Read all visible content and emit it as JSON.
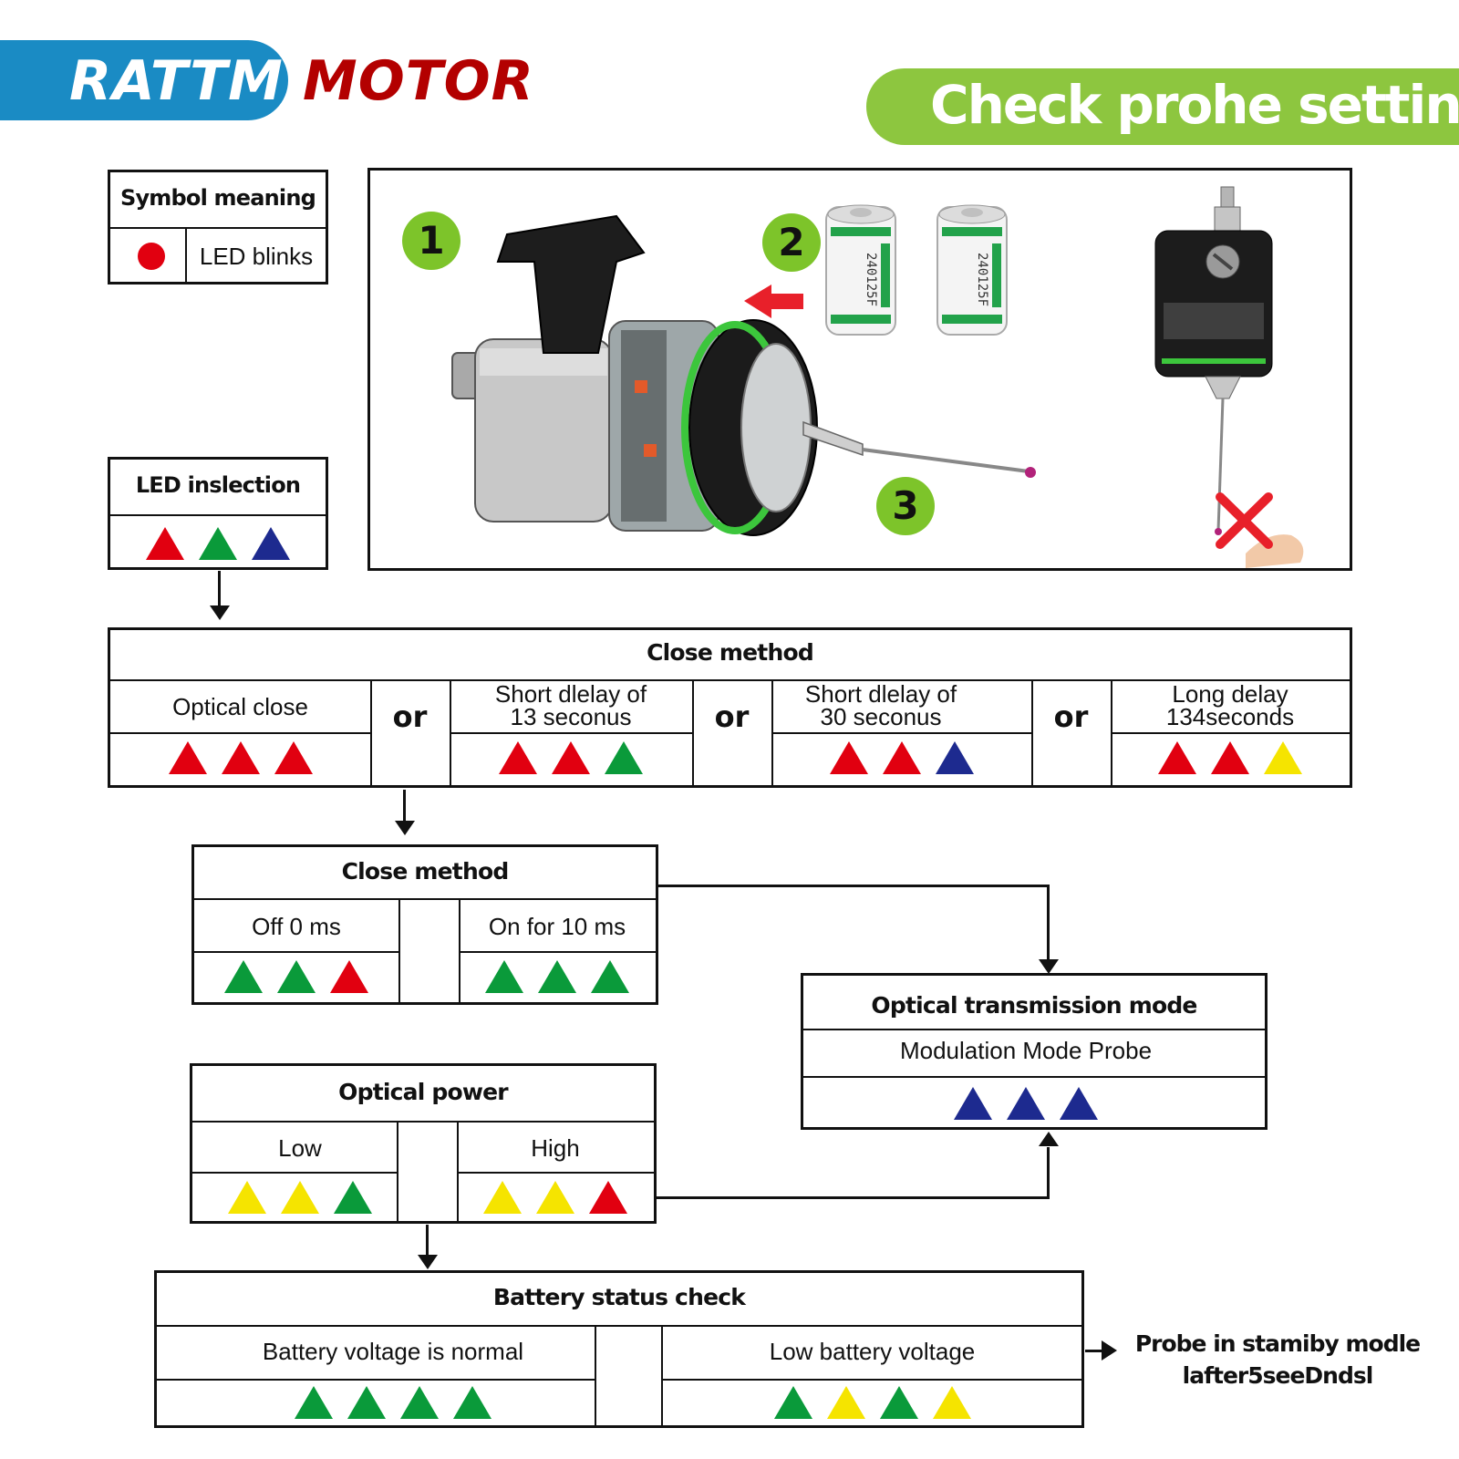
{
  "header": {
    "brand_left": "RATTM",
    "brand_right": "MOTOR",
    "title": "Check prohe settings",
    "brand_blue": "#1a8bc4",
    "brand_red": "#b30000",
    "title_bg": "#8dc63f"
  },
  "symbol_box": {
    "title": "Symbol meaning",
    "legend_label": "LED blinks",
    "legend_icon": "red-dot"
  },
  "photo_panel": {
    "steps": [
      "1",
      "2",
      "3"
    ],
    "battery_print_1": "240125F",
    "battery_print_2": "240125F"
  },
  "led_inspection": {
    "title": "LED inslection",
    "leds": [
      "red",
      "green",
      "blue"
    ]
  },
  "close_method_1": {
    "title": "Close method",
    "options": [
      {
        "label": "Optical close",
        "leds": [
          "red",
          "red",
          "red"
        ]
      },
      {
        "label": "Short dlelay of\n13 seconus",
        "leds": [
          "red",
          "red",
          "green"
        ]
      },
      {
        "label": "Short dlelay of\n30 seconus",
        "leds": [
          "red",
          "red",
          "blue"
        ]
      },
      {
        "label": "Long delay\n134seconds",
        "leds": [
          "red",
          "red",
          "yellow"
        ]
      }
    ],
    "separator": "or"
  },
  "close_method_2": {
    "title": "Close method",
    "options": [
      {
        "label": "Off 0 ms",
        "leds": [
          "green",
          "green",
          "red"
        ]
      },
      {
        "label": "On for 10 ms",
        "leds": [
          "green",
          "green",
          "green"
        ]
      }
    ]
  },
  "optical_transmission": {
    "title": "Optical transmission mode",
    "label": "Modulation Mode Probe",
    "leds": [
      "blue",
      "blue",
      "blue"
    ]
  },
  "optical_power": {
    "title": "Optical power",
    "options": [
      {
        "label": "Low",
        "leds": [
          "yellow",
          "yellow",
          "green"
        ]
      },
      {
        "label": "High",
        "leds": [
          "yellow",
          "yellow",
          "red"
        ]
      }
    ]
  },
  "battery_status": {
    "title": "Battery status check",
    "options": [
      {
        "label": "Battery voltage is normal",
        "leds": [
          "green",
          "green",
          "green",
          "green"
        ]
      },
      {
        "label": "Low battery voltage",
        "leds": [
          "green",
          "yellow",
          "green",
          "yellow"
        ]
      }
    ]
  },
  "standby_note": {
    "line1": "Probe in stamiby modle",
    "line2": "lafter5seeDndsl"
  },
  "led_colors": {
    "red": "#e10010",
    "green": "#0a9a3a",
    "blue": "#1d2a8f",
    "yellow": "#f5e400"
  }
}
